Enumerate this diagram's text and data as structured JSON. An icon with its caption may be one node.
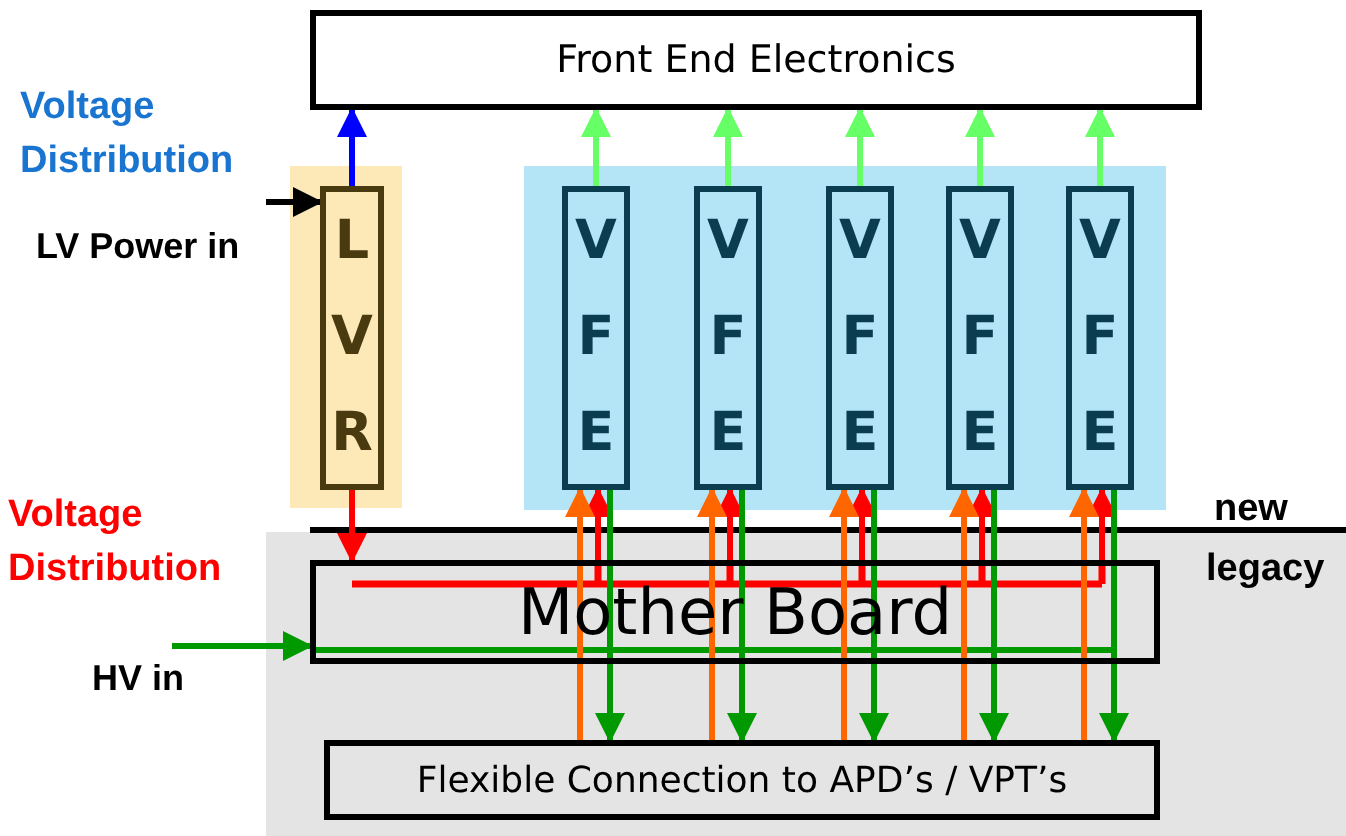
{
  "diagram": {
    "nodes": [
      {
        "text": [
          "Front End Electronics"
        ]
      },
      {
        "text": [],
        "shape": "box"
      },
      {
        "text": [
          "L V R"
        ],
        "in": 1
      },
      {
        "text": [],
        "shape": "box"
      },
      {
        "text": [
          "V F E"
        ],
        "in": 3
      },
      {
        "text": [
          "V F E"
        ],
        "in": 3
      },
      {
        "text": [
          "V F E"
        ],
        "in": 3
      },
      {
        "text": [
          "V F E"
        ],
        "in": 3
      },
      {
        "text": [
          "V F E"
        ],
        "in": 3
      },
      {
        "text": [
          "legacy"
        ]
      },
      {
        "text": [
          "Mother Board"
        ],
        "in": 9
      },
      {
        "text": [
          "Flexible Connection to APD’s / VPT’s"
        ],
        "in": 9
      },
      {
        "text": [
          "LV Power in"
        ]
      },
      {
        "text": [
          "HV in"
        ]
      }
    ],
    "edges": [
      {
        "from": 2,
        "to": 0,
        "arrow": "to",
        "color": "#0000ff"
      },
      {
        "from": 4,
        "to": 0,
        "arrow": "to",
        "color": "#66ff66"
      },
      {
        "from": 5,
        "to": 0,
        "arrow": "to",
        "color": "#66ff66"
      },
      {
        "from": 6,
        "to": 0,
        "arrow": "to",
        "color": "#66ff66"
      },
      {
        "from": 7,
        "to": 0,
        "arrow": "to",
        "color": "#66ff66"
      },
      {
        "from": 8,
        "to": 0,
        "arrow": "to",
        "color": "#66ff66"
      },
      {
        "from": 12,
        "to": 2,
        "arrow": "to",
        "color": "#000000"
      },
      {
        "from": 2,
        "to": 10,
        "arrow": "to",
        "color": "#ff0000"
      },
      {
        "from": 10,
        "to": 4,
        "arrow": "to",
        "color": "#ff0000"
      },
      {
        "from": 10,
        "to": 5,
        "arrow": "to",
        "color": "#ff0000"
      },
      {
        "from": 10,
        "to": 6,
        "arrow": "to",
        "color": "#ff0000"
      },
      {
        "from": 10,
        "to": 7,
        "arrow": "to",
        "color": "#ff0000"
      },
      {
        "from": 10,
        "to": 8,
        "arrow": "to",
        "color": "#ff0000"
      },
      {
        "from": 11,
        "to": 10,
        "arrow": "none",
        "color": "#ff6600"
      },
      {
        "from": 11,
        "to": 10,
        "arrow": "none",
        "color": "#ff6600"
      },
      {
        "from": 11,
        "to": 10,
        "arrow": "none",
        "color": "#ff6600"
      },
      {
        "from": 11,
        "to": 10,
        "arrow": "none",
        "color": "#ff6600"
      },
      {
        "from": 11,
        "to": 10,
        "arrow": "none",
        "color": "#ff6600"
      },
      {
        "from": 10,
        "to": 4,
        "arrow": "to",
        "color": "#ff6600"
      },
      {
        "from": 10,
        "to": 5,
        "arrow": "to",
        "color": "#ff6600"
      },
      {
        "from": 10,
        "to": 6,
        "arrow": "to",
        "color": "#ff6600"
      },
      {
        "from": 10,
        "to": 7,
        "arrow": "to",
        "color": "#ff6600"
      },
      {
        "from": 10,
        "to": 8,
        "arrow": "to",
        "color": "#ff6600"
      },
      {
        "from": 4,
        "to": 10,
        "arrow": "none",
        "color": "#009900"
      },
      {
        "from": 5,
        "to": 10,
        "arrow": "none",
        "color": "#009900"
      },
      {
        "from": 6,
        "to": 10,
        "arrow": "none",
        "color": "#009900"
      },
      {
        "from": 7,
        "to": 10,
        "arrow": "none",
        "color": "#009900"
      },
      {
        "from": 8,
        "to": 10,
        "arrow": "none",
        "color": "#009900"
      },
      {
        "from": 10,
        "to": 11,
        "arrow": "to",
        "color": "#009900"
      },
      {
        "from": 10,
        "to": 11,
        "arrow": "to",
        "color": "#009900"
      },
      {
        "from": 10,
        "to": 11,
        "arrow": "to",
        "color": "#009900"
      },
      {
        "from": 10,
        "to": 11,
        "arrow": "to",
        "color": "#009900"
      },
      {
        "from": 10,
        "to": 11,
        "arrow": "to",
        "color": "#009900"
      },
      {
        "from": 13,
        "to": 10,
        "arrow": "to",
        "color": "#009900"
      }
    ],
    "labels": [
      "Voltage Distribution",
      "Voltage Distribution",
      "new"
    ]
  }
}
